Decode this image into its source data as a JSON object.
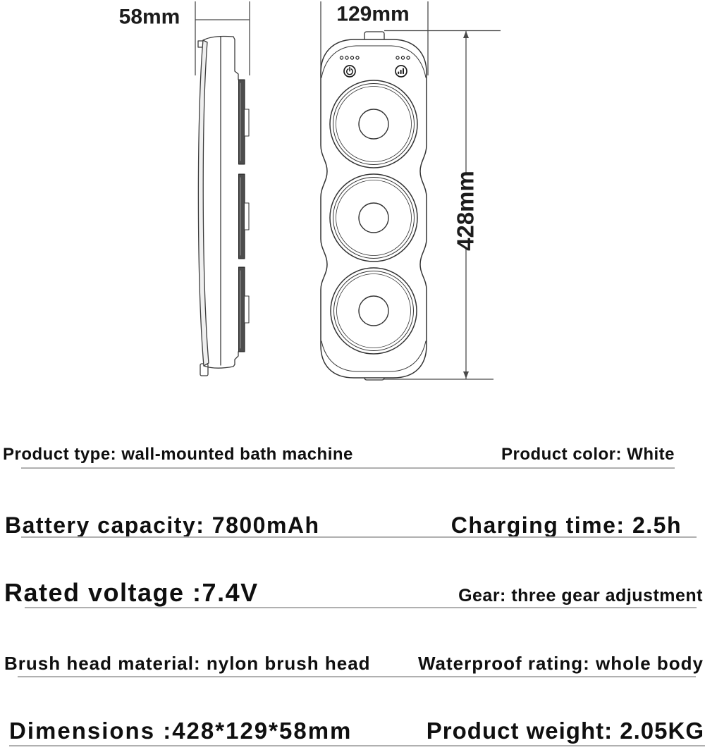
{
  "product_diagram": {
    "side_view": {
      "width_label": "58mm"
    },
    "front_view": {
      "width_label": "129mm",
      "height_label": "428mm"
    },
    "icons": {
      "power_button": "power-icon",
      "gear_button": "signal-bars-icon",
      "left_indicator_dots": 4,
      "right_indicator_dots": 3
    }
  },
  "specs": {
    "rows": [
      {
        "left": "Product type: wall-mounted bath machine",
        "right": "Product color: White"
      },
      {
        "left": "Battery capacity: 7800mAh",
        "right": "Charging time: 2.5h"
      },
      {
        "left": "Rated voltage :7.4V",
        "right": "Gear: three gear adjustment"
      },
      {
        "left": "Brush head material: nylon brush head",
        "right": "Waterproof rating: whole body"
      },
      {
        "left": "Dimensions :428*129*58mm",
        "right": "Product weight: 2.05KG"
      }
    ]
  },
  "colors": {
    "background": "#ffffff",
    "line": "#3c3c3c",
    "text": "#111111",
    "underline": "#b0b0b0",
    "side_strip": "#4d4d4d"
  }
}
